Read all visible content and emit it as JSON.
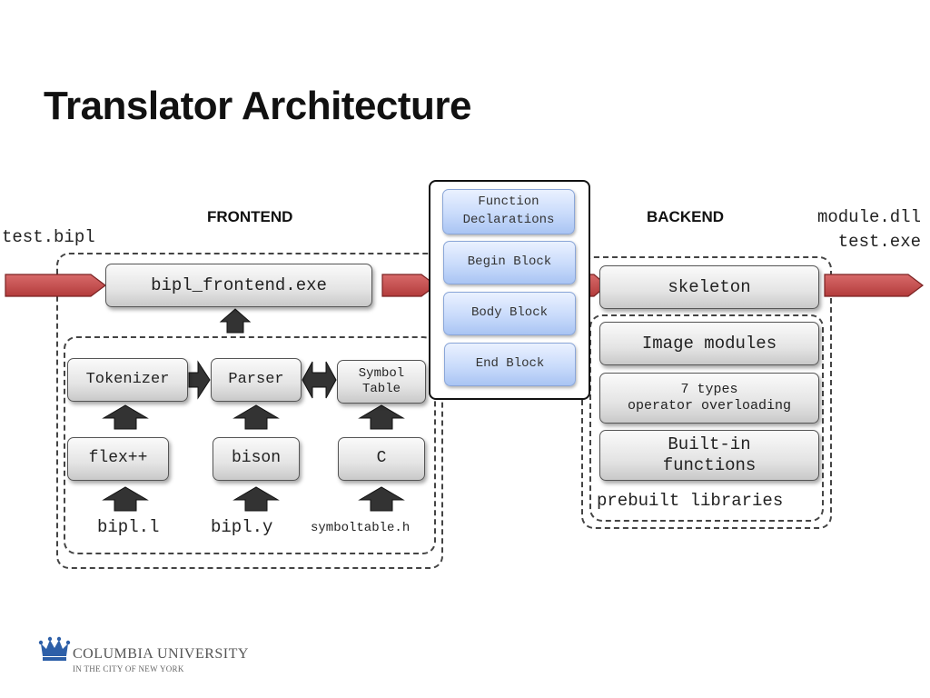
{
  "slide": {
    "title": "Translator Architecture"
  },
  "headers": {
    "frontend": "FRONTEND",
    "backend": "BACKEND"
  },
  "io": {
    "input_file": "test.bipl",
    "output_dll": "module.dll",
    "output_exe": "test.exe"
  },
  "frontend": {
    "exe": "bipl_frontend.exe",
    "tokenizer": "Tokenizer",
    "parser": "Parser",
    "symbol_table": "Symbol\nTable",
    "flex": "flex++",
    "bison": "bison",
    "c": "C",
    "src_l": "bipl.l",
    "src_y": "bipl.y",
    "src_h": "symboltable.h"
  },
  "middle": {
    "function_decl": "Function\nDeclarations",
    "begin_block": "Begin Block",
    "body_block": "Body Block",
    "end_block": "End Block"
  },
  "backend": {
    "skeleton": "skeleton",
    "image_modules": "Image modules",
    "types": "7 types\noperator overloading",
    "builtin": "Built-in\nfunctions",
    "prebuilt": "prebuilt libraries"
  },
  "logo": {
    "name": "COLUMBIA UNIVERSITY",
    "sub": "IN THE CITY OF NEW YORK"
  },
  "colors": {
    "arrow_red": "#c44d4d",
    "arrow_dark": "#333333",
    "box_blue": "#c9dbfb"
  }
}
